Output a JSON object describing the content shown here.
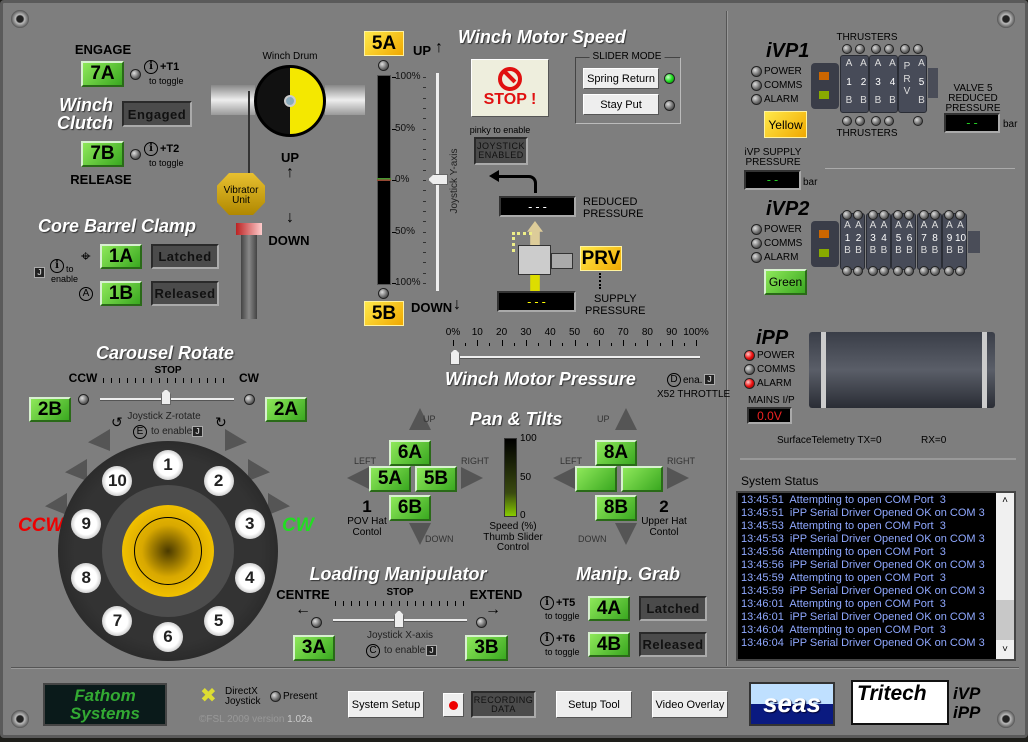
{
  "winch_clutch": {
    "engage_label": "ENGAGE",
    "engage_button": "7A",
    "key1": "+T1",
    "toggle_hint": "to toggle",
    "title_line1": "Winch",
    "title_line2": "Clutch",
    "status": "Engaged",
    "release_button": "7B",
    "key2": "+T2",
    "release_label": "RELEASE"
  },
  "winch_drum": {
    "label": "Winch Drum",
    "vibrator_line1": "Vibrator",
    "vibrator_line2": "Unit",
    "up": "UP",
    "down": "DOWN"
  },
  "core_barrel_clamp": {
    "title": "Core Barrel Clamp",
    "latch_button": "1A",
    "latch_status": "Latched",
    "release_button": "1B",
    "release_status": "Released",
    "hint_to": "to",
    "hint_enable": "enable",
    "j_key": "J",
    "a_key": "A"
  },
  "carousel": {
    "title": "Carousel Rotate",
    "ccw": "CCW",
    "stop": "STOP",
    "cw": "CW",
    "ccw_button": "2B",
    "cw_button": "2A",
    "joystick_hint": "Joystick Z-rotate",
    "enable_key": "E",
    "enable_hint": "to enable",
    "j_key": "J",
    "ccw_big": "CCW",
    "cw_big": "CW",
    "slider_value": 0,
    "positions": [
      "1",
      "2",
      "3",
      "4",
      "5",
      "6",
      "7",
      "8",
      "9",
      "10"
    ]
  },
  "winch_speed": {
    "title": "Winch Motor Speed",
    "up_button": "5A",
    "up": "UP",
    "down_button": "5B",
    "down": "DOWN",
    "scale": [
      "100%",
      "50%",
      "0%",
      "50%",
      "100%"
    ],
    "slider_value_percent": 0,
    "joystick_axis": "Joystick Y-axis",
    "pinky_hint": "pinky to enable",
    "joystick_enabled_line1": "JOYSTICK",
    "joystick_enabled_line2": "ENABLED",
    "stop_label": "STOP !",
    "slider_mode": {
      "title": "SLIDER MODE",
      "spring_return": "Spring Return",
      "stay_put": "Stay Put",
      "active": "Spring Return"
    }
  },
  "pressure": {
    "reduced_value": "---",
    "reduced_label_1": "REDUCED",
    "reduced_label_2": "PRESSURE",
    "prv": "PRV",
    "supply_value": "---",
    "supply_label_1": "SUPPLY",
    "supply_label_2": "PRESSURE"
  },
  "winch_pressure": {
    "title": "Winch Motor Pressure",
    "scale": [
      "0%",
      "10",
      "20",
      "30",
      "40",
      "50",
      "60",
      "70",
      "80",
      "90",
      "100%"
    ],
    "slider_value_percent": 0,
    "enable_key": "D",
    "enable_label": "ena.",
    "j_key": "J",
    "throttle": "X52 THROTTLE"
  },
  "pan_tilts": {
    "title": "Pan & Tilts",
    "left": "LEFT",
    "right": "RIGHT",
    "up": "UP",
    "down": "DOWN",
    "hat1": {
      "up_button": "6A",
      "left_button": "5A",
      "right_button": "5B",
      "down_button": "6B",
      "number": "1",
      "label_1": "POV Hat",
      "label_2": "Contol"
    },
    "hat2": {
      "up_button": "8A",
      "left_button": "",
      "right_button": "",
      "down_button": "8B",
      "number": "2",
      "label_1": "Upper Hat",
      "label_2": "Contol"
    },
    "speed": {
      "ticks": [
        "100",
        "50",
        "0"
      ],
      "value_percent": 5,
      "label_1": "Speed (%)",
      "label_2": "Thumb Slider",
      "label_3": "Control"
    }
  },
  "loading_manipulator": {
    "title": "Loading Manipulator",
    "centre": "CENTRE",
    "stop": "STOP",
    "extend": "EXTEND",
    "centre_button": "3A",
    "extend_button": "3B",
    "joystick_hint": "Joystick X-axis",
    "enable_key": "C",
    "enable_hint": "to enable",
    "j_key": "J",
    "slider_value": 0
  },
  "manip_grab": {
    "title": "Manip. Grab",
    "key1": "+T5",
    "key2": "+T6",
    "toggle_hint": "to toggle",
    "latch_button": "4A",
    "latch_status": "Latched",
    "release_button": "4B",
    "release_status": "Released"
  },
  "ivp1": {
    "title": "iVP1",
    "leds": [
      {
        "label": "POWER",
        "state": "off"
      },
      {
        "label": "COMMS",
        "state": "off"
      },
      {
        "label": "ALARM",
        "state": "off"
      }
    ],
    "colour_button": "Yellow",
    "thrusters": "THRUSTERS",
    "modules": [
      [
        "A",
        "1",
        "B"
      ],
      [
        "A",
        "2",
        "B"
      ],
      [
        "A",
        "3",
        "B"
      ],
      [
        "A",
        "4",
        "B"
      ],
      [
        "P\nR\nV"
      ],
      [
        "A",
        "5",
        "B"
      ]
    ],
    "valve5_label_1": "VALVE 5",
    "valve5_label_2": "REDUCED",
    "valve5_label_3": "PRESSURE",
    "valve5_value": "--",
    "unit": "bar",
    "supply_label_1": "iVP SUPPLY",
    "supply_label_2": "PRESSURE",
    "supply_value": "--"
  },
  "ivp2": {
    "title": "iVP2",
    "leds": [
      {
        "label": "POWER",
        "state": "off"
      },
      {
        "label": "COMMS",
        "state": "off"
      },
      {
        "label": "ALARM",
        "state": "off"
      }
    ],
    "colour_button": "Green",
    "modules": [
      "1",
      "2",
      "3",
      "4",
      "5",
      "6",
      "7",
      "8",
      "9",
      "10"
    ]
  },
  "ipp": {
    "title": "iPP",
    "leds": [
      {
        "label": "POWER",
        "state": "red"
      },
      {
        "label": "COMMS",
        "state": "off"
      },
      {
        "label": "ALARM",
        "state": "red"
      }
    ],
    "mains_label": "MAINS I/P",
    "mains_value": "0.0V",
    "telemetry_tx": "SurfaceTelemetry  TX=0",
    "telemetry_rx": "RX=0"
  },
  "system_status": {
    "label": "System Status",
    "lines": [
      "13:45:51  Attempting to open COM Port  3",
      "13:45:51  iPP Serial Driver Opened OK on COM 3",
      "13:45:53  Attempting to open COM Port  3",
      "13:45:53  iPP Serial Driver Opened OK on COM 3",
      "13:45:56  Attempting to open COM Port  3",
      "13:45:56  iPP Serial Driver Opened OK on COM 3",
      "13:45:59  Attempting to open COM Port  3",
      "13:45:59  iPP Serial Driver Opened OK on COM 3",
      "13:46:01  Attempting to open COM Port  3",
      "13:46:01  iPP Serial Driver Opened OK on COM 3",
      "13:46:04  Attempting to open COM Port  3",
      "13:46:04  iPP Serial Driver Opened OK on COM 3"
    ]
  },
  "footer": {
    "logo_line1": "Fathom",
    "logo_line2": "Systems",
    "directx_1": "DirectX",
    "directx_2": "Joystick",
    "present": "Present",
    "copyright": "©FSL 2009 version",
    "version": "1.02a",
    "system_setup": "System Setup",
    "recording_1": "RECORDING",
    "recording_2": "DATA",
    "setup_tool": "Setup Tool",
    "video_overlay": "Video Overlay",
    "seas_logo": "seas",
    "tritech_logo": "Tritech",
    "product_1": "iVP",
    "product_2": "iPP"
  },
  "colors": {
    "panel": "#7e7e7e",
    "green_button": "#5ad030",
    "yellow_button": "#ffd000",
    "status_text": "#8fa8ff",
    "status_bg": "#000000"
  }
}
